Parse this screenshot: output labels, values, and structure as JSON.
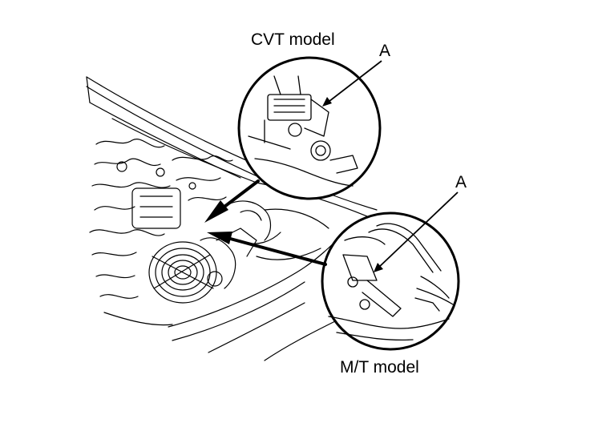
{
  "labels": {
    "cvt_model": "CVT model",
    "mt_model": "M/T model",
    "callout_top": "A",
    "callout_bottom": "A"
  },
  "colors": {
    "ink": "#000000",
    "paper": "#ffffff"
  }
}
